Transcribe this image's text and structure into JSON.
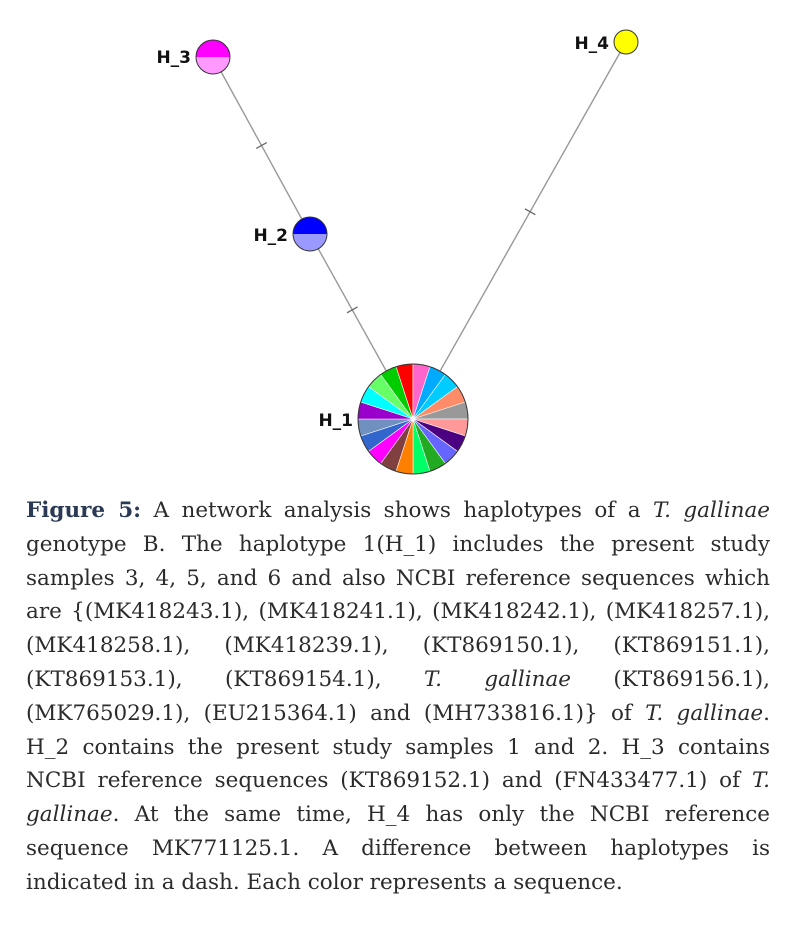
{
  "network": {
    "nodes": [
      {
        "id": "H_1",
        "label": "H_1",
        "slices": [
          "#ff0000",
          "#ff66cc",
          "#00aaff",
          "#00ccff",
          "#ff8c69",
          "#999999",
          "#ff9999",
          "#4b0082",
          "#6666ff",
          "#22aa22",
          "#00ff66",
          "#ff7f00",
          "#804040",
          "#ff00ff",
          "#3366cc",
          "#7090c0",
          "#9900cc",
          "#00ffff",
          "#66ff66",
          "#00cc00"
        ]
      },
      {
        "id": "H_2",
        "label": "H_2",
        "slices": [
          "#0000ff",
          "#9999ff"
        ]
      },
      {
        "id": "H_3",
        "label": "H_3",
        "slices": [
          "#ff00ff",
          "#ff99ff"
        ]
      },
      {
        "id": "H_4",
        "label": "H_4",
        "slices": [
          "#ffff00"
        ]
      }
    ],
    "edges": [
      {
        "from": "H_1",
        "to": "H_2",
        "mutations": 1
      },
      {
        "from": "H_2",
        "to": "H_3",
        "mutations": 1
      },
      {
        "from": "H_1",
        "to": "H_4",
        "mutations": 1
      }
    ],
    "edge_color": "#999999"
  },
  "caption": {
    "label": "Figure 5:",
    "t1": " A network analysis shows haplotypes of a ",
    "sp1": "T. gallinae",
    "t2": " genotype B. The haplotype 1(H_1) includes the present study samples 3, 4, 5, and 6 and also NCBI reference sequences which are {(MK418243.1), (MK418241.1), (MK418242.1), (MK418257.1), (MK418258.1), (MK418239.1), (KT869150.1), (KT869151.1), (KT869153.1), (KT869154.1), ",
    "sp2": "T. gallinae",
    "t3": " (KT869156.1), (MK765029.1), (EU215364.1) and (MH733816.1)} of ",
    "sp3": "T. gallinae",
    "t4": ". H_2 contains the present study samples 1 and 2. H_3 contains NCBI reference sequences (KT869152.1) and (FN433477.1) of ",
    "sp4": "T. gallinae",
    "t5": ". At the same time, H_4 has only the NCBI reference sequence MK771125.1. A difference between haplotypes is indicated in a dash. Each color represents a sequence."
  }
}
